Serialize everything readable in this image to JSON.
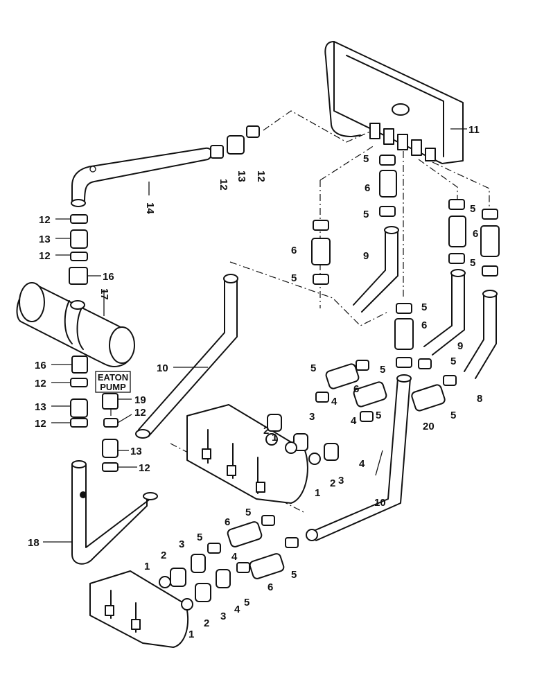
{
  "diagram": {
    "pump_box": {
      "line1": "EATON",
      "line2": "PUMP"
    },
    "callouts": {
      "c1": "1",
      "c2": "2",
      "c3": "3",
      "c4": "4",
      "c5": "5",
      "c6": "6",
      "c8": "8",
      "c9": "9",
      "c10": "10",
      "c11": "11",
      "c12": "12",
      "c13": "13",
      "c14": "14",
      "c16": "16",
      "c17": "17",
      "c18": "18",
      "c19": "19",
      "c20": "20"
    },
    "colors": {
      "ink": "#111111",
      "background": "#ffffff"
    }
  }
}
